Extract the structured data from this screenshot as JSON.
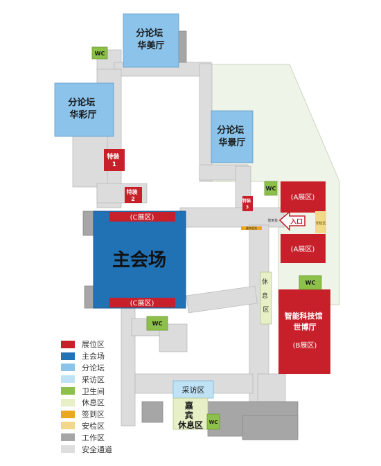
{
  "rooms": {
    "forum_huamei": "分论坛\n华美厅",
    "forum_huacai": "分论坛\n华彩厅",
    "forum_huajing": "分论坛\n华景厅",
    "main_venue": "主会场",
    "c_zone_top": "(C展区)",
    "c_zone_bottom": "(C展区)",
    "a_zone_top": "(A展区)",
    "a_zone_bottom": "(A展区)",
    "special_1": "特装\n1",
    "special_2": "特装\n2",
    "special_3": "特装\n3",
    "expo_hall": "智能科技馆\n世博厅",
    "b_zone": "(B展区)",
    "rest_area": "休\n息\n区",
    "interview": "采访区",
    "guest_lounge": "嘉\n宾\n休息区",
    "entrance": "入口",
    "checkin": "签到处",
    "security": "安检区",
    "signin_small": "嘉宾签到",
    "wc": "WC"
  },
  "legend": [
    {
      "label": "展位区",
      "color": "#c8202b"
    },
    {
      "label": "主会场",
      "color": "#2171b5"
    },
    {
      "label": "分论坛",
      "color": "#8cc3ea"
    },
    {
      "label": "采访区",
      "color": "#bfe3f5"
    },
    {
      "label": "卫生间",
      "color": "#8dc04a"
    },
    {
      "label": "休息区",
      "color": "#e6efc6"
    },
    {
      "label": "签到区",
      "color": "#e9a820"
    },
    {
      "label": "安检区",
      "color": "#f1d88a"
    },
    {
      "label": "工作区",
      "color": "#a6a6a6"
    },
    {
      "label": "安全通道",
      "color": "#dedede"
    }
  ]
}
